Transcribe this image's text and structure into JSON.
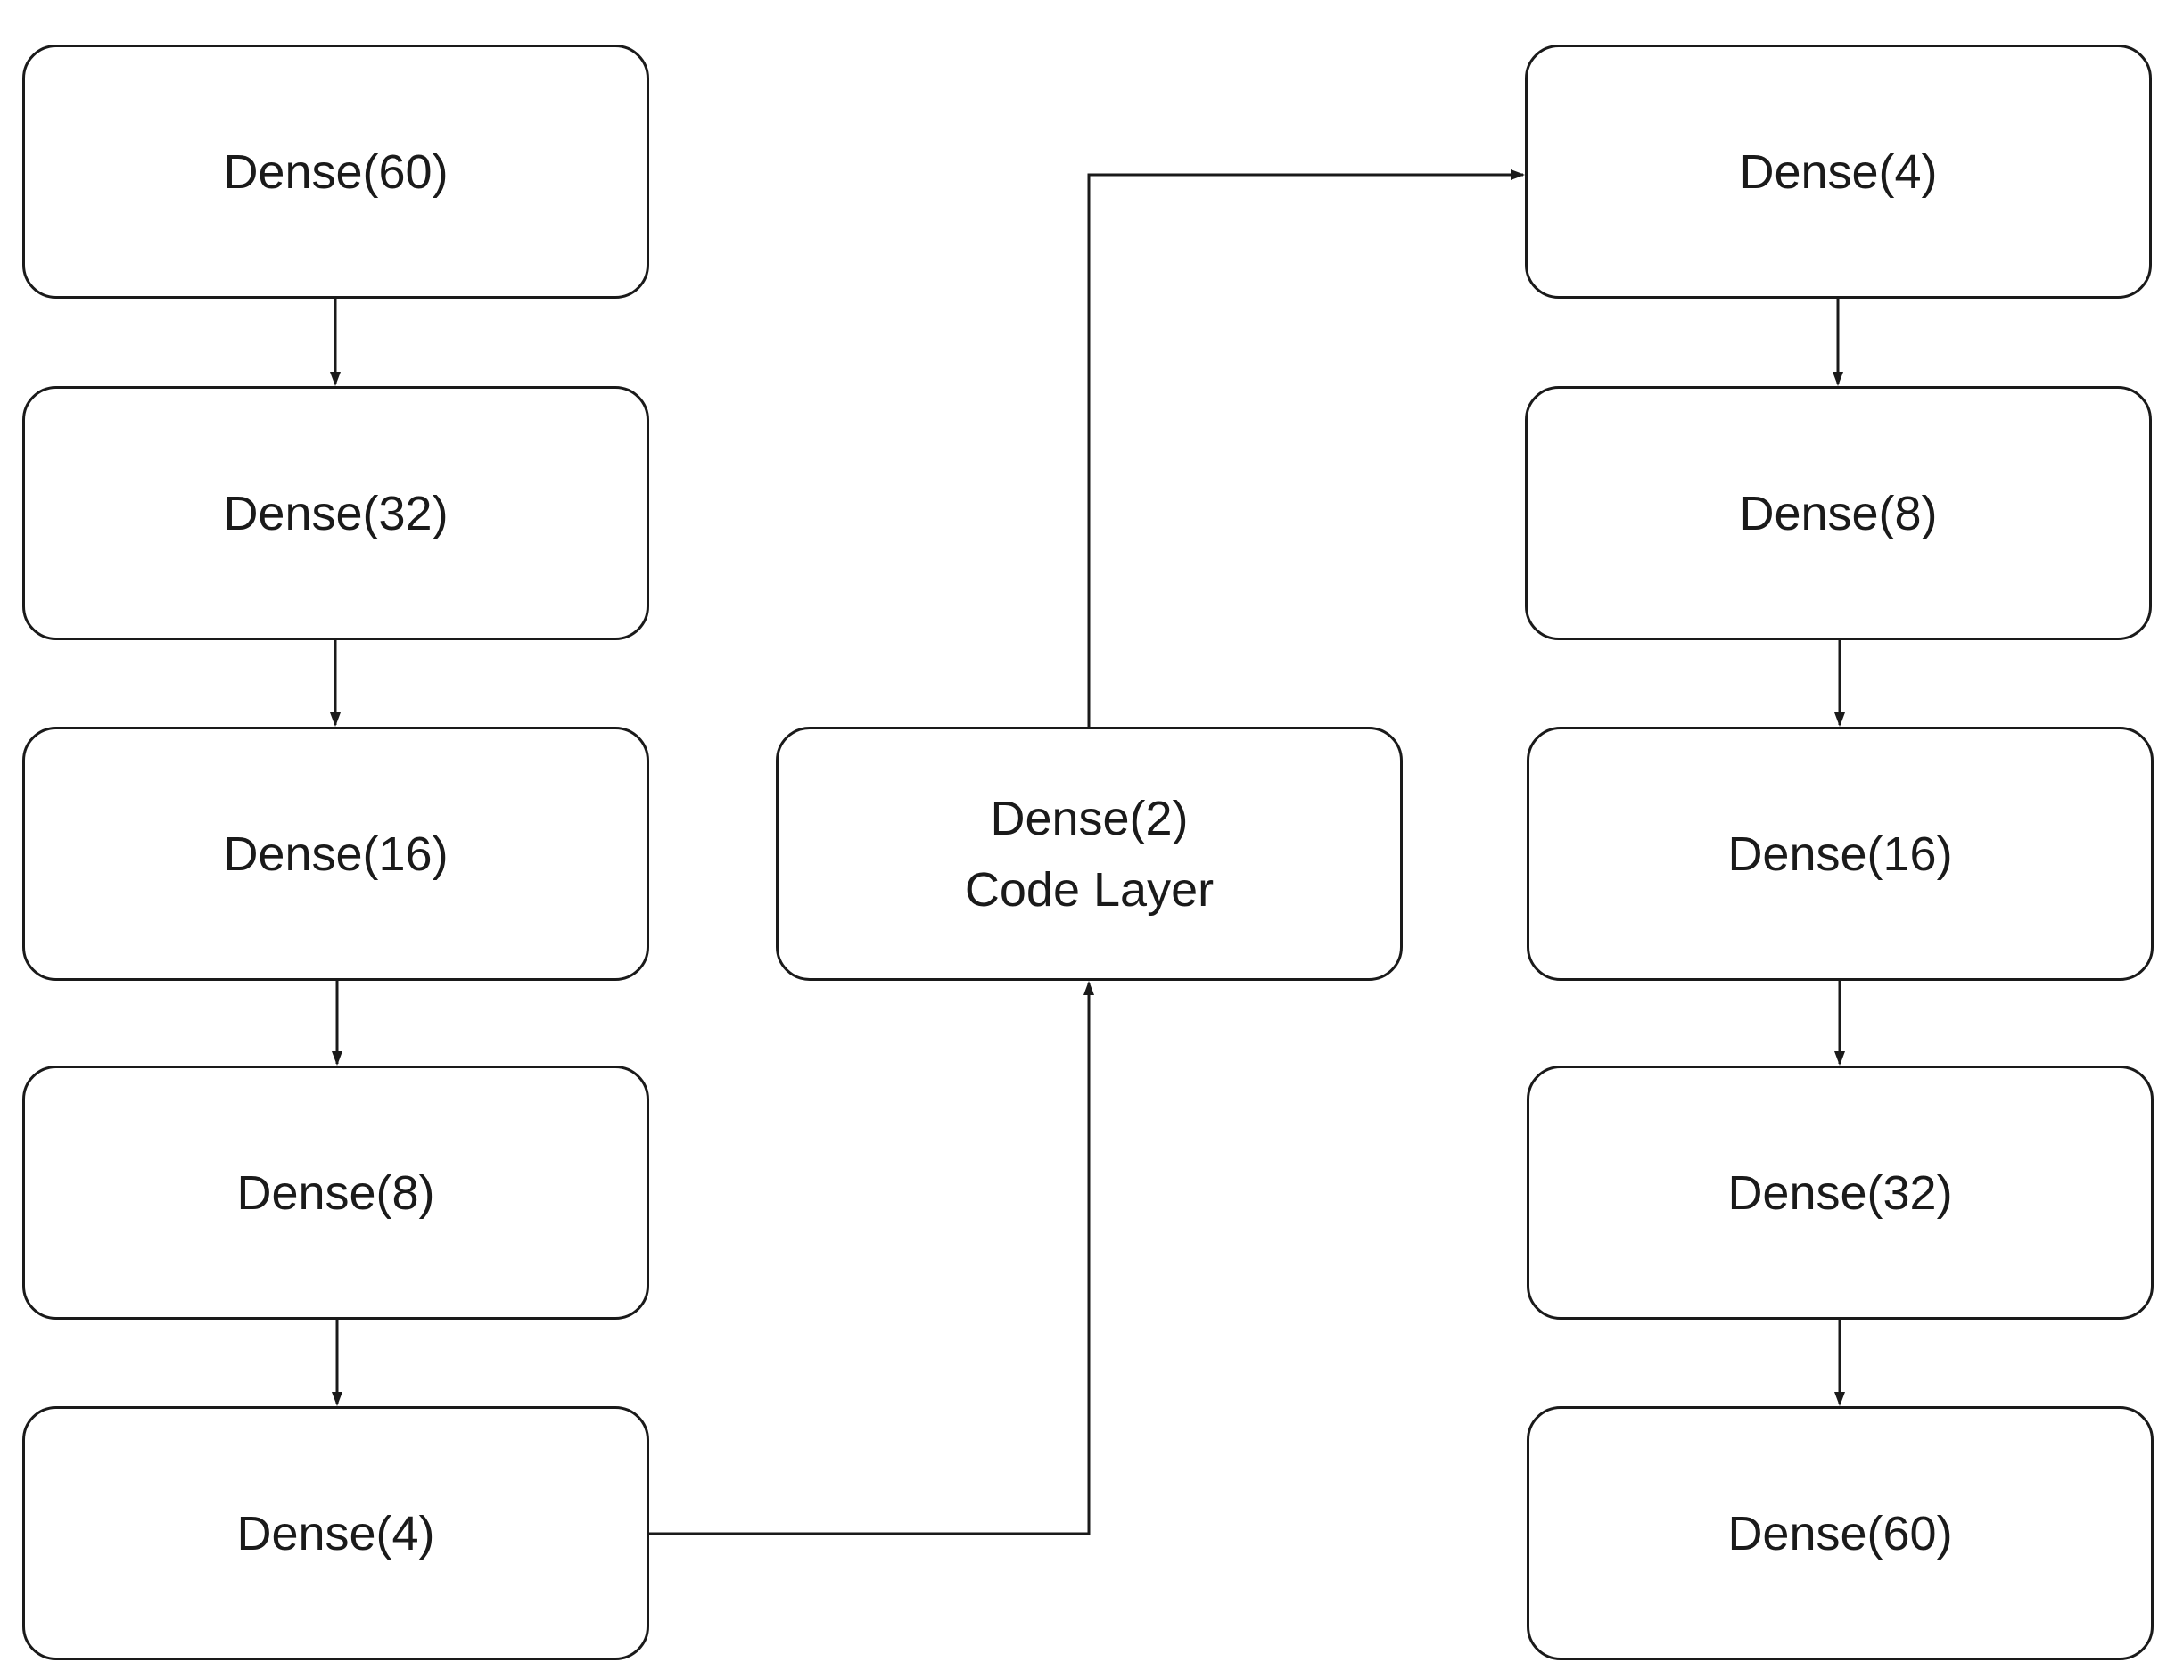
{
  "encoder": [
    {
      "label": "Dense(60)"
    },
    {
      "label": "Dense(32)"
    },
    {
      "label": "Dense(16)"
    },
    {
      "label": "Dense(8)"
    },
    {
      "label": "Dense(4)"
    }
  ],
  "code_layer": {
    "label": "Dense(2)",
    "sublabel": "Code Layer"
  },
  "decoder": [
    {
      "label": "Dense(4)"
    },
    {
      "label": "Dense(8)"
    },
    {
      "label": "Dense(16)"
    },
    {
      "label": "Dense(32)"
    },
    {
      "label": "Dense(60)"
    }
  ],
  "colors": {
    "stroke": "#1a1a1a",
    "background": "#ffffff"
  }
}
